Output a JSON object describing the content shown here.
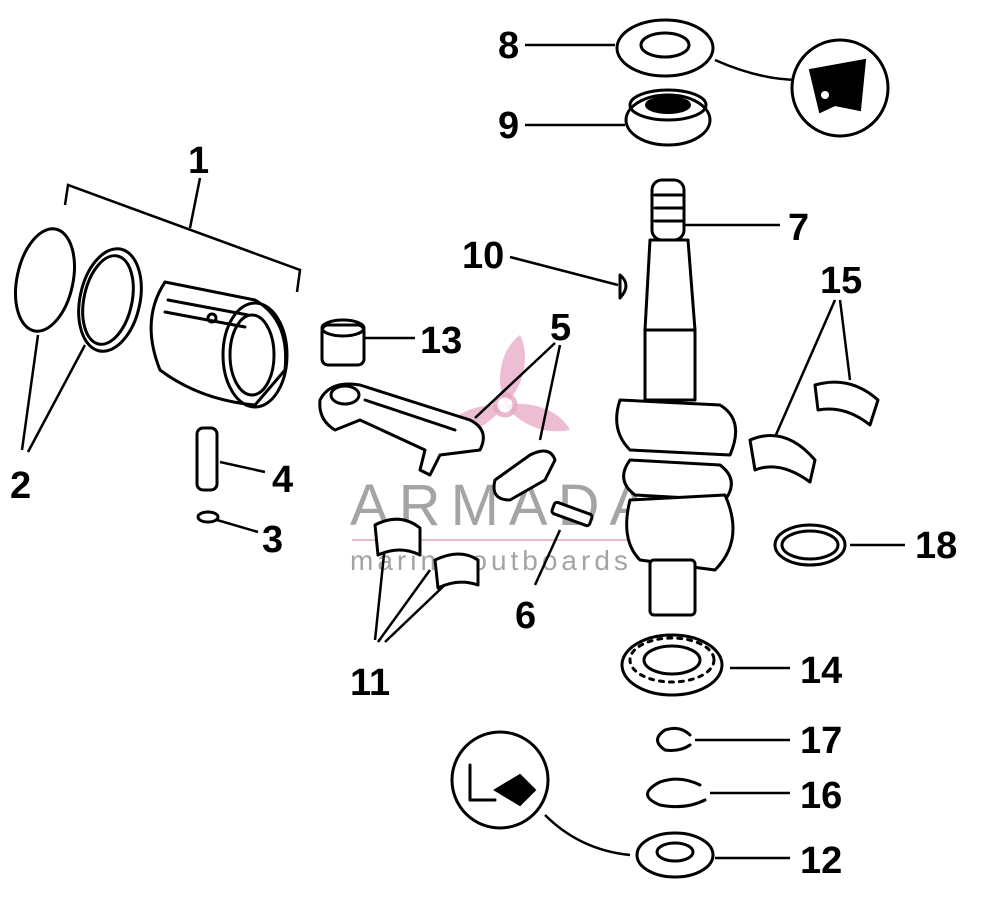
{
  "callouts": [
    {
      "id": "1",
      "text": "1"
    },
    {
      "id": "2",
      "text": "2"
    },
    {
      "id": "3",
      "text": "3"
    },
    {
      "id": "4",
      "text": "4"
    },
    {
      "id": "5",
      "text": "5"
    },
    {
      "id": "6",
      "text": "6"
    },
    {
      "id": "7",
      "text": "7"
    },
    {
      "id": "8",
      "text": "8"
    },
    {
      "id": "9",
      "text": "9"
    },
    {
      "id": "10",
      "text": "10"
    },
    {
      "id": "11",
      "text": "11"
    },
    {
      "id": "12",
      "text": "12"
    },
    {
      "id": "13",
      "text": "13"
    },
    {
      "id": "14",
      "text": "14"
    },
    {
      "id": "15",
      "text": "15"
    },
    {
      "id": "16",
      "text": "16"
    },
    {
      "id": "17",
      "text": "17"
    },
    {
      "id": "18",
      "text": "18"
    }
  ],
  "watermark": {
    "brand": "ARMADA",
    "tagline": "marine outboards",
    "logo_color": "#e6a7c4"
  }
}
